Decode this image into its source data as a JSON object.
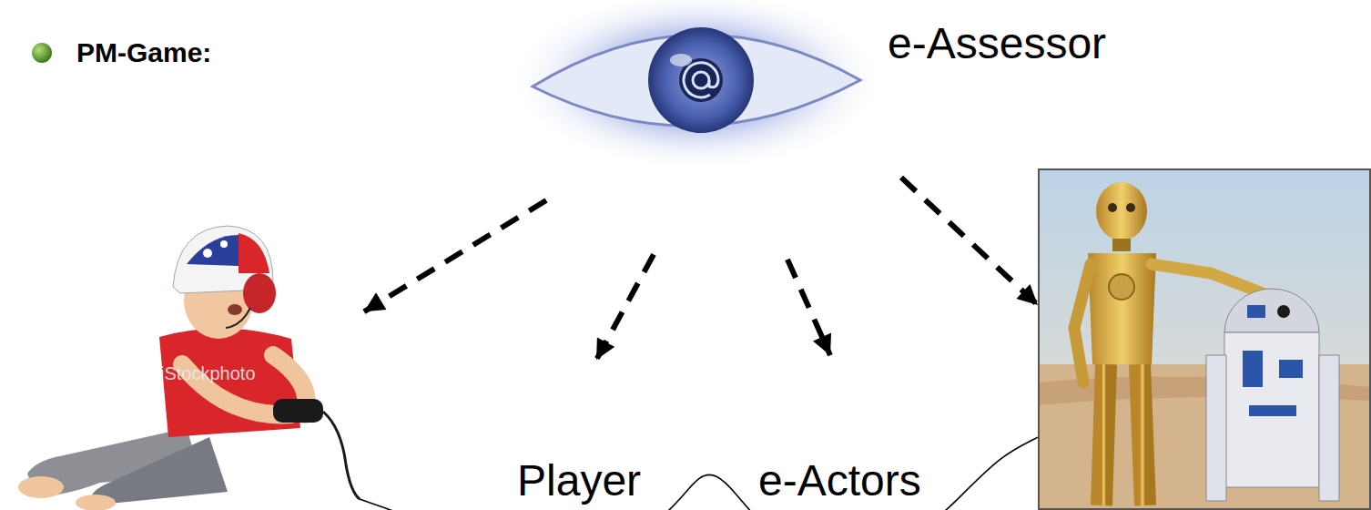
{
  "diagram": {
    "title": "PM-Game:",
    "nodes": [
      {
        "text": [
          "e-Assessor"
        ]
      },
      {
        "text": [
          "Player"
        ]
      },
      {
        "text": [
          "e-Actors"
        ]
      }
    ],
    "edges": [
      {
        "from": 0,
        "to": 1,
        "arrow": "to"
      },
      {
        "from": 0,
        "to": 1,
        "arrow": "to"
      },
      {
        "from": 0,
        "to": 2,
        "arrow": "to"
      },
      {
        "from": 0,
        "to": 2,
        "arrow": "to"
      },
      {
        "from": 1,
        "to": 2,
        "arrow": "none"
      }
    ],
    "labels": [
      "iStockphoto"
    ]
  }
}
